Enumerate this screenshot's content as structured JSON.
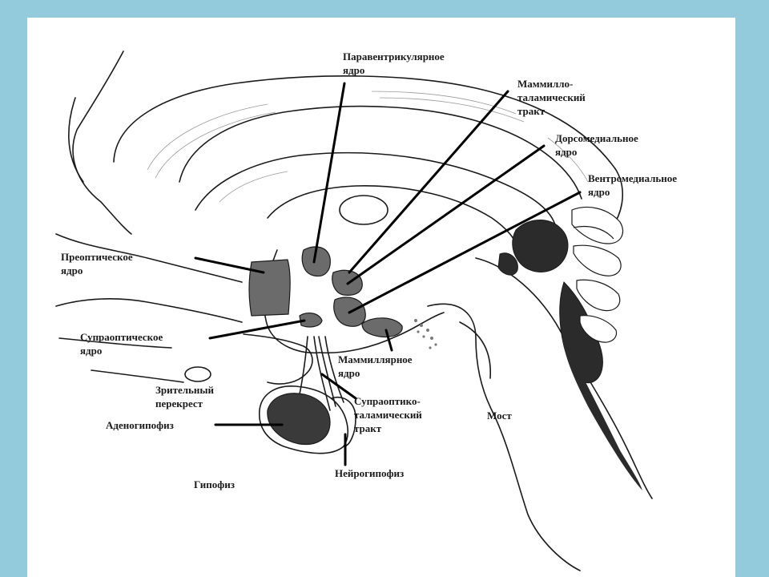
{
  "labels": {
    "paraventricular": [
      "Паравентрикулярное",
      "ядро"
    ],
    "mammillothalamic": [
      "Маммилло-",
      "таламический",
      "тракт"
    ],
    "dorsomedial": [
      "Дорсомедиальное",
      "ядро"
    ],
    "ventromedial": [
      "Вентромедиальное",
      "ядро"
    ],
    "preoptic": [
      "Преоптическое",
      "ядро"
    ],
    "supraoptic": [
      "Супраоптическое",
      "ядро"
    ],
    "mammillary": [
      "Маммиллярное",
      "ядро"
    ],
    "optic_chiasm": [
      "Зрительный",
      "перекрест"
    ],
    "supraopticothalamic": [
      "Супраоптико-",
      "таламический",
      "тракт"
    ],
    "adenohypophysis": [
      "Аденогипофиз"
    ],
    "pons": [
      "Мост"
    ],
    "neurohypophysis": [
      "Нейрогипофиз"
    ],
    "hypophysis": [
      "Гипофиз"
    ]
  },
  "colors": {
    "background": "#93cbdc",
    "panel": "#ffffff",
    "ink": "#1a1a1a",
    "nucleus_fill": "#6b6b6b",
    "gland_fill": "#3a3a3a"
  }
}
